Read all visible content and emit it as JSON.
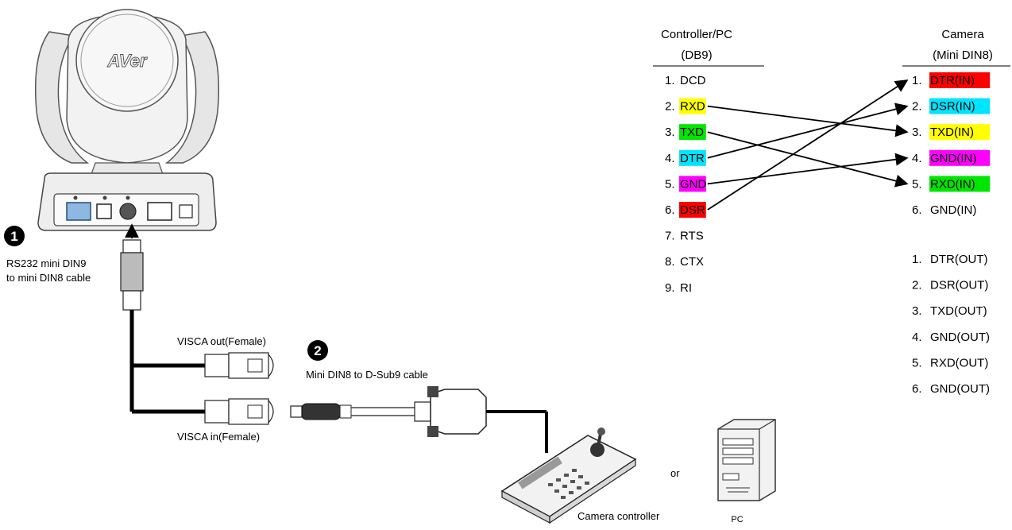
{
  "camera_brand": "AVer",
  "labels": {
    "step1_number": "1",
    "step1_line1": "RS232 mini DIN9",
    "step1_line2": "to mini DIN8 cable",
    "visca_out": "VISCA out(Female)",
    "visca_in": "VISCA in(Female)",
    "step2_number": "2",
    "step2_text": "Mini DIN8 to D-Sub9 cable",
    "or_text": "or",
    "camera_controller": "Camera controller",
    "pc": "PC"
  },
  "pinout": {
    "left_header_line1": "Controller/PC",
    "left_header_line2": "(DB9)",
    "right_header_line1": "Camera",
    "right_header_line2": "(Mini DIN8)",
    "left_pins": [
      {
        "num": "1.",
        "name": "DCD",
        "color": ""
      },
      {
        "num": "2.",
        "name": "RXD",
        "color": "#ffff00"
      },
      {
        "num": "3.",
        "name": "TXD",
        "color": "#00e600"
      },
      {
        "num": "4.",
        "name": "DTR",
        "color": "#00e5ff"
      },
      {
        "num": "5.",
        "name": "GND",
        "color": "#ff00ff"
      },
      {
        "num": "6.",
        "name": "DSR",
        "color": "#ff0000"
      },
      {
        "num": "7.",
        "name": "RTS",
        "color": ""
      },
      {
        "num": "8.",
        "name": "CTX",
        "color": ""
      },
      {
        "num": "9.",
        "name": "RI",
        "color": ""
      }
    ],
    "right_in_pins": [
      {
        "num": "1.",
        "name": "DTR(IN)",
        "color": "#ff0000"
      },
      {
        "num": "2.",
        "name": "DSR(IN)",
        "color": "#00e5ff"
      },
      {
        "num": "3.",
        "name": "TXD(IN)",
        "color": "#ffff00"
      },
      {
        "num": "4.",
        "name": "GND(IN)",
        "color": "#ff00ff"
      },
      {
        "num": "5.",
        "name": "RXD(IN)",
        "color": "#00e600"
      },
      {
        "num": "6.",
        "name": "GND(IN)",
        "color": ""
      }
    ],
    "right_out_pins": [
      {
        "num": "1.",
        "name": "DTR(OUT)"
      },
      {
        "num": "2.",
        "name": "DSR(OUT)"
      },
      {
        "num": "3.",
        "name": "TXD(OUT)"
      },
      {
        "num": "4.",
        "name": "GND(OUT)"
      },
      {
        "num": "5.",
        "name": "RXD(OUT)"
      },
      {
        "num": "6.",
        "name": "GND(OUT)"
      }
    ],
    "connections": [
      {
        "from": 2,
        "to": 3
      },
      {
        "from": 3,
        "to": 5
      },
      {
        "from": 4,
        "to": 2
      },
      {
        "from": 5,
        "to": 4
      },
      {
        "from": 6,
        "to": 1
      }
    ]
  }
}
